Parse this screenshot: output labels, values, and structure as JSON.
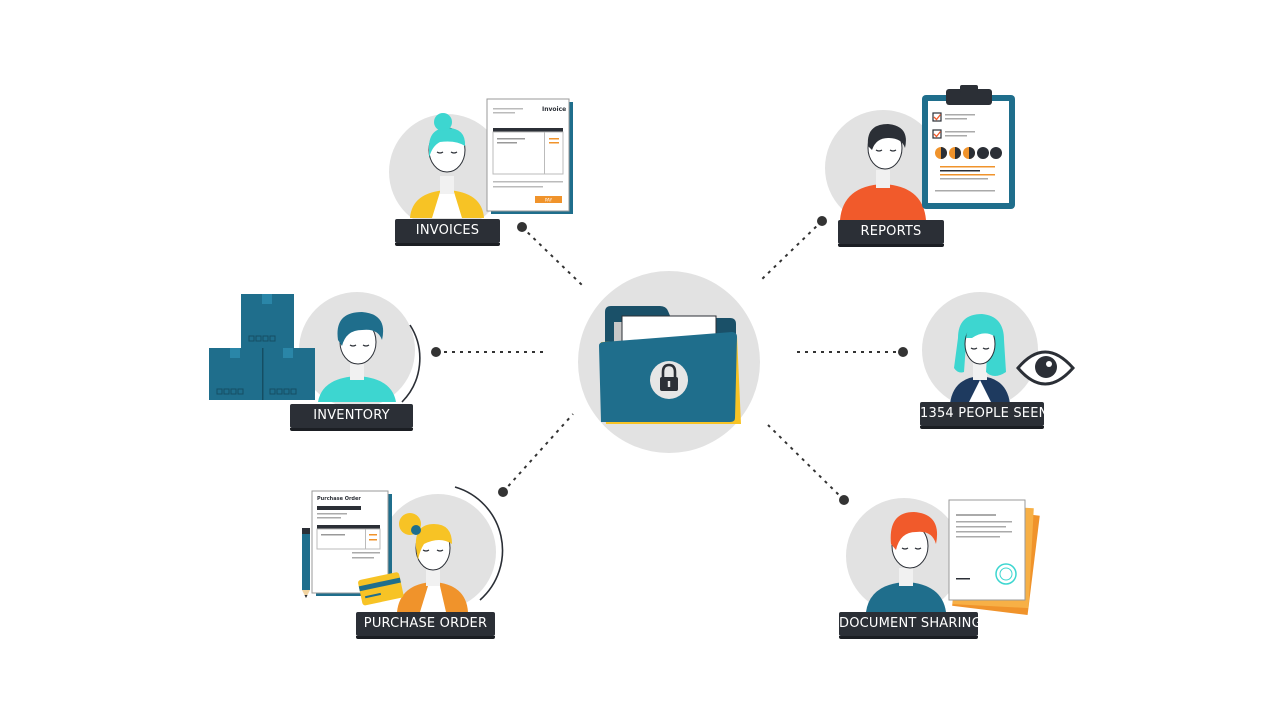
{
  "nodes": {
    "invoices": {
      "label": "INVOICES",
      "doc_title": "Invoice",
      "doc_button": "PAY"
    },
    "reports": {
      "label": "REPORTS"
    },
    "inventory": {
      "label": "INVENTORY"
    },
    "people_seen": {
      "label": "1354 PEOPLE SEEN"
    },
    "purchase_order": {
      "label": "PURCHASE ORDER",
      "doc_title": "Purchase Order"
    },
    "document_sharing": {
      "label": "DOCUMENT SHARING"
    }
  },
  "colors": {
    "folder_blue": "#1f6e8c",
    "accent_teal": "#3dd6d0",
    "accent_orange": "#f0932b",
    "accent_yellow": "#f7c325",
    "shirt_red": "#f15a2b",
    "label_bg": "#2b2f36",
    "circle_gray": "#e2e2e2"
  },
  "icons": [
    "padlock-icon",
    "eye-icon",
    "clipboard-icon",
    "pencil-icon",
    "credit-card-icon",
    "stamp-icon"
  ]
}
